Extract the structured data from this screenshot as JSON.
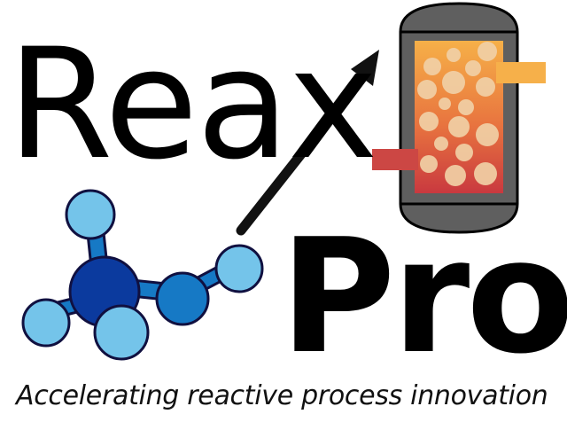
{
  "logo": {
    "word_top": "Reax",
    "word_bottom": "Pro",
    "tagline": "Accelerating reactive process innovation"
  },
  "colors": {
    "text": "#000000",
    "reactor_body": "#5f5f5f",
    "reactor_outline": "#000000",
    "bed_top": "#f6b048",
    "bed_bottom": "#c9393f",
    "outlet_pipe": "#f6b04a",
    "inlet_pipe": "#cc4744",
    "bubble": "#f1d0a6",
    "atom_dark": "#0b3a9e",
    "atom_mid": "#1679c5",
    "atom_light": "#74c4ea",
    "arrow": "#111111"
  },
  "icons": [
    "reactor-icon",
    "molecule-icon",
    "growth-arrow-icon"
  ]
}
